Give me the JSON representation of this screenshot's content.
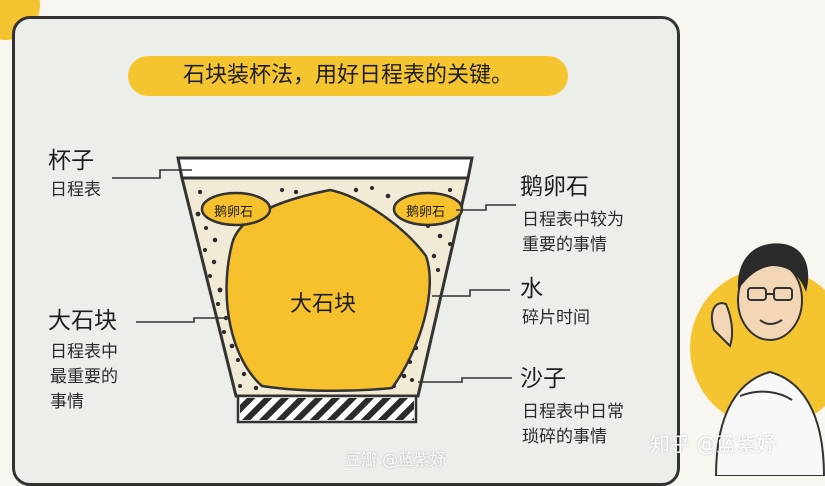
{
  "title": "石块装杯法，用好日程表的关键。",
  "labels": {
    "cup": {
      "name": "杯子",
      "desc": "日程表"
    },
    "big_rock": {
      "name": "大石块",
      "desc": "日程表中\n最重要的\n事情"
    },
    "pebbles": {
      "name": "鹅卵石",
      "desc": "日程表中较为\n重要的事情"
    },
    "water": {
      "name": "水",
      "desc": "碎片时间"
    },
    "sand": {
      "name": "沙子",
      "desc": "日程表中日常\n琐碎的事情"
    }
  },
  "diagram": {
    "rock_label": "大石块",
    "pebble_left": "鹅卵石",
    "pebble_right": "鹅卵石"
  },
  "watermarks": {
    "right": "知乎 @蓝紫妤",
    "center": "豆瓣 @蓝紫妤"
  },
  "colors": {
    "accent": "#f5c531",
    "rock": "#f6c12c",
    "outline": "#333333",
    "card": "#ecefe9"
  }
}
